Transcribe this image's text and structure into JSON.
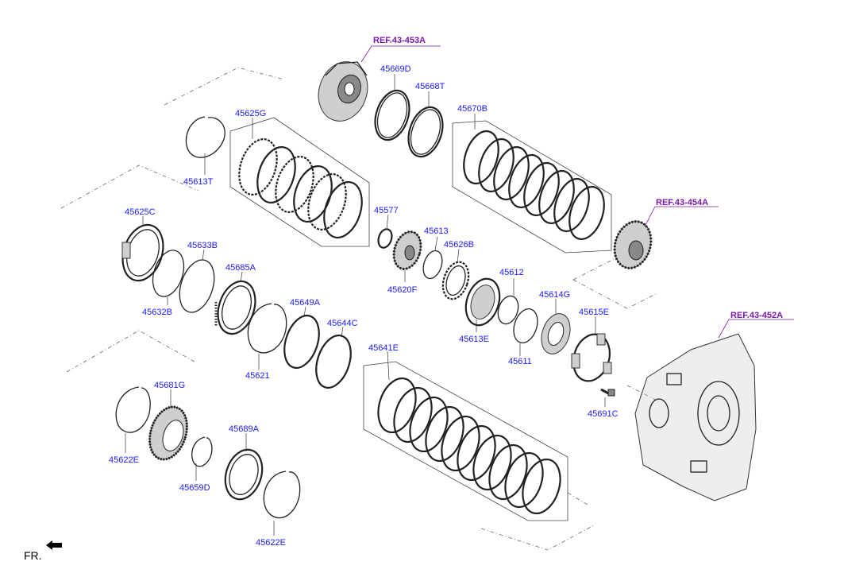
{
  "references": {
    "ref_453a": "REF.43-453A",
    "ref_454a": "REF.43-454A",
    "ref_452a": "REF.43-452A"
  },
  "parts": {
    "p45669D": "45669D",
    "p45668T": "45668T",
    "p45670B": "45670B",
    "p45625G": "45625G",
    "p45613T": "45613T",
    "p45625C": "45625C",
    "p45577": "45577",
    "p45613": "45613",
    "p45626B": "45626B",
    "p45620F": "45620F",
    "p45633B": "45633B",
    "p45685A": "45685A",
    "p45632B": "45632B",
    "p45612": "45612",
    "p45613E": "45613E",
    "p45614G": "45614G",
    "p45611": "45611",
    "p45615E": "45615E",
    "p45649A": "45649A",
    "p45644C": "45644C",
    "p45621": "45621",
    "p45641E": "45641E",
    "p45691C": "45691C",
    "p45681G": "45681G",
    "p45689A": "45689A",
    "p45622E_a": "45622E",
    "p45659D": "45659D",
    "p45622E_b": "45622E"
  },
  "front_indicator": "FR.",
  "colors": {
    "part_number": "#1a1aff",
    "reference": "#7a1aa8",
    "line": "#222222"
  }
}
